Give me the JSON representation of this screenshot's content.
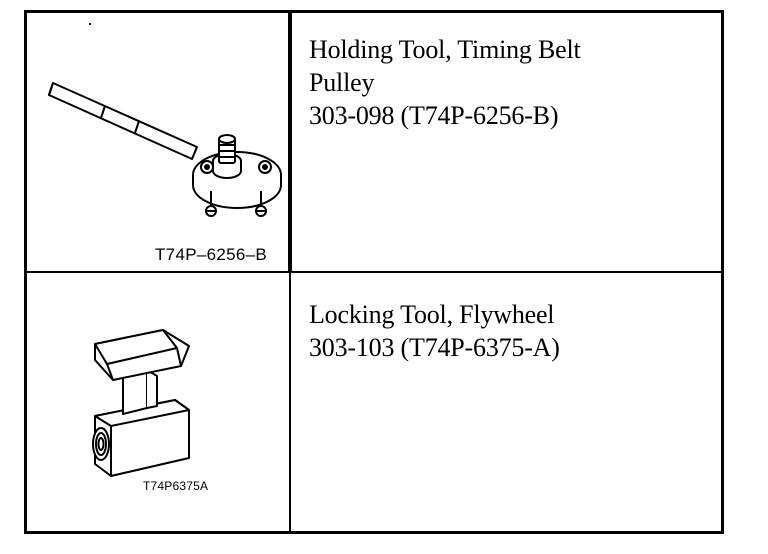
{
  "tools": [
    {
      "title_line_1": "Holding Tool, Timing Belt",
      "title_line_2": "Pulley",
      "number": "303-098 (T74P-6256-B)",
      "image_label": "T74P–6256–B",
      "illustration": "timing-belt-pulley-holding-tool"
    },
    {
      "title_line_1": "Locking Tool, Flywheel",
      "number": "303-103 (T74P-6375-A)",
      "image_label": "T74P6375A",
      "illustration": "flywheel-locking-tool"
    }
  ]
}
